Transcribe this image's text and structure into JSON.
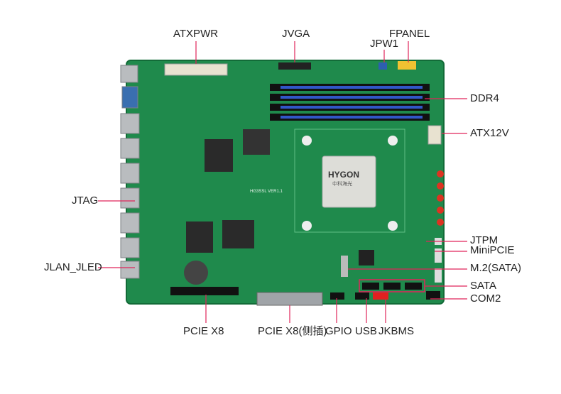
{
  "title": "Motherboard connector layout",
  "board": {
    "cpu_brand": "HYGON",
    "cpu_subtitle": "中科海光",
    "model_mark": "HG3SSL VER1.1"
  },
  "labels": {
    "atxpwr": "ATXPWR",
    "jvga": "JVGA",
    "fpanel": "FPANEL",
    "jpw1": "JPW1",
    "ddr4": "DDR4",
    "atx12v": "ATX12V",
    "jtag": "JTAG",
    "jlan_jled": "JLAN_JLED",
    "jtpm": "JTPM",
    "minipcie": "MiniPCIE",
    "m2_sata": "M.2(SATA)",
    "sata": "SATA",
    "com2": "COM2",
    "pcie_x8": "PCIE X8",
    "pcie_x8_side": "PCIE X8(侧插)",
    "gpio": "GPIO",
    "usb": "USB",
    "jkbms": "JKBMS"
  },
  "colors": {
    "leader": "#e0245a",
    "pcb": "#1f8a4c",
    "text": "#222222"
  }
}
